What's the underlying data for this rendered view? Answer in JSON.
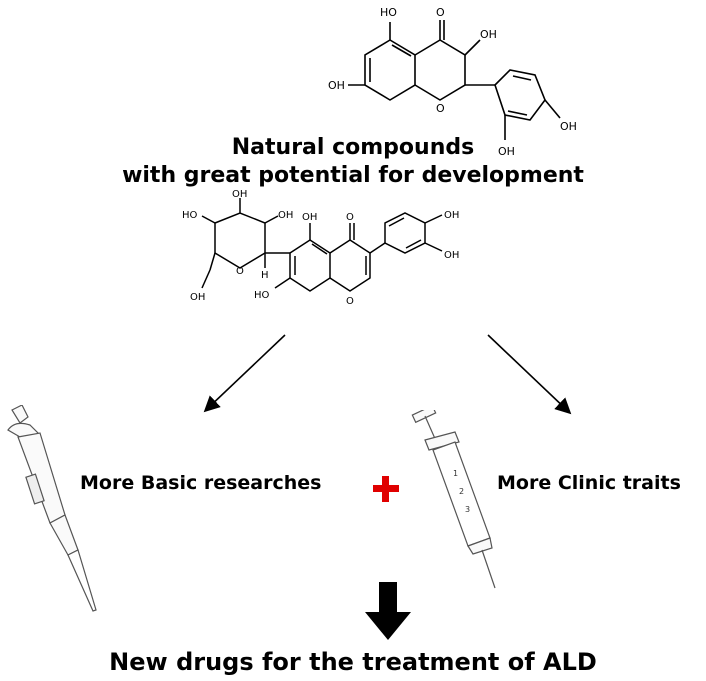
{
  "title": {
    "line1": "Natural compounds",
    "line2": "with great potential for development"
  },
  "molecule_top": {
    "labels": [
      "HO",
      "O",
      "OH",
      "OH",
      "O",
      "OH",
      "OH"
    ]
  },
  "molecule_middle": {
    "labels": [
      "HO",
      "OH",
      "OH",
      "OH",
      "O",
      "H",
      "OH",
      "OH",
      "OH",
      "O",
      "HO",
      "O"
    ]
  },
  "left_label": "More Basic researches",
  "right_label": "More Clinic traits",
  "syringe_marks": [
    "1",
    "2",
    "3"
  ],
  "bottom_label": "New drugs for the treatment of ALD",
  "colors": {
    "plus": "#e00000",
    "arrow": "#000000"
  }
}
